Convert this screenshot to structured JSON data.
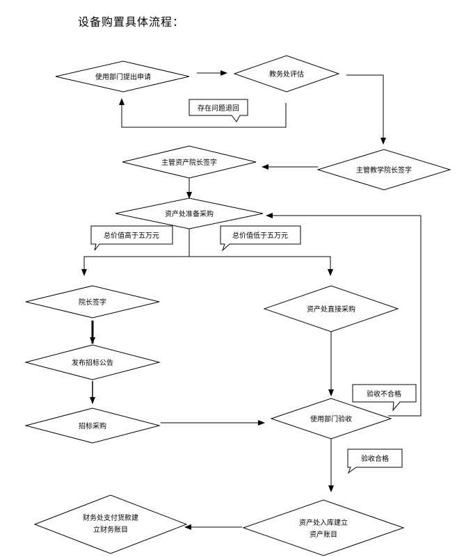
{
  "title": "设备购置具体流程：",
  "nodes": {
    "apply": "使用部门提出申请",
    "academic_eval": "教务处评估",
    "asset_dean_sign": "主管资产院长签字",
    "teaching_dean_sign": "主管教学院长签字",
    "prepare_purchase": "资产处准备采购",
    "dean_sign": "院长签字",
    "direct_purchase": "资产处直接采购",
    "publish_tender": "发布招标公告",
    "tender_purchase": "招标采购",
    "dept_acceptance": "使用部门验收",
    "warehouse": [
      "资产处入库建立",
      "资产账目"
    ],
    "finance": [
      "财务处支付货款建",
      "立财务账目"
    ]
  },
  "callouts": {
    "issue_return": "存在问题退回",
    "above_50k": "总价值高于五万元",
    "below_50k": "总价值低于五万元",
    "fail": "验收不合格",
    "pass": "验收合格"
  }
}
